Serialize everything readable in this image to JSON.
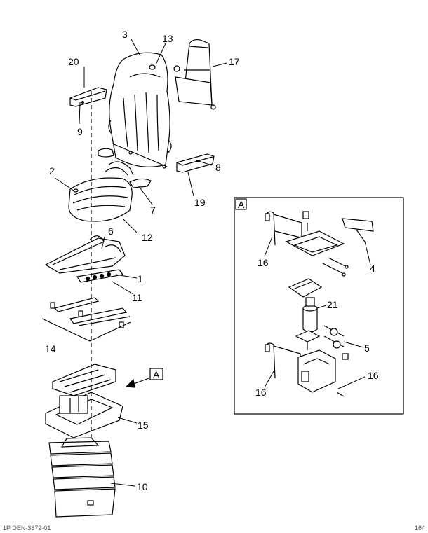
{
  "callouts": {
    "c1": "1",
    "c2": "2",
    "c3": "3",
    "c4": "4",
    "c5": "5",
    "c6": "6",
    "c7": "7",
    "c8": "8",
    "c9": "9",
    "c10": "10",
    "c11": "11",
    "c12": "12",
    "c13": "13",
    "c14": "14",
    "c15": "15",
    "c16a": "16",
    "c16b": "16",
    "c16c": "16",
    "c17": "17",
    "c19": "19",
    "c20": "20",
    "c21": "21"
  },
  "detail_view": {
    "box_label": "A",
    "pointer_label": "A"
  },
  "footer": {
    "left": "1P DEN-3372-01",
    "right": "164"
  }
}
